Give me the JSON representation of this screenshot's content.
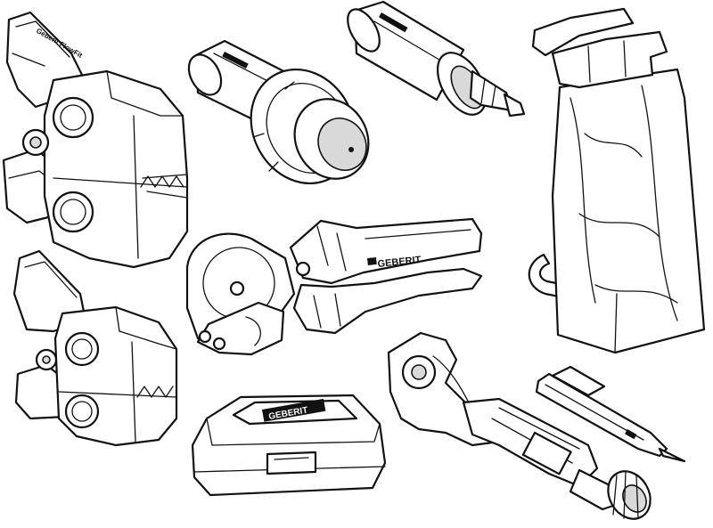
{
  "brand": {
    "cutter_logo": "GEBERIT",
    "case_logo": "GEBERIT",
    "jaw_label": "Geberit FlowFit"
  },
  "colors": {
    "line": "#111111",
    "background": "#ffffff",
    "shade": "#d9d9d9"
  },
  "icons": [
    "press-jaw-icon",
    "expander-handle-icon",
    "expander-tool-icon",
    "tool-bag-icon",
    "pipe-cutter-icon",
    "tool-case-icon",
    "tube-cutter-icon",
    "marker-pen-icon"
  ]
}
